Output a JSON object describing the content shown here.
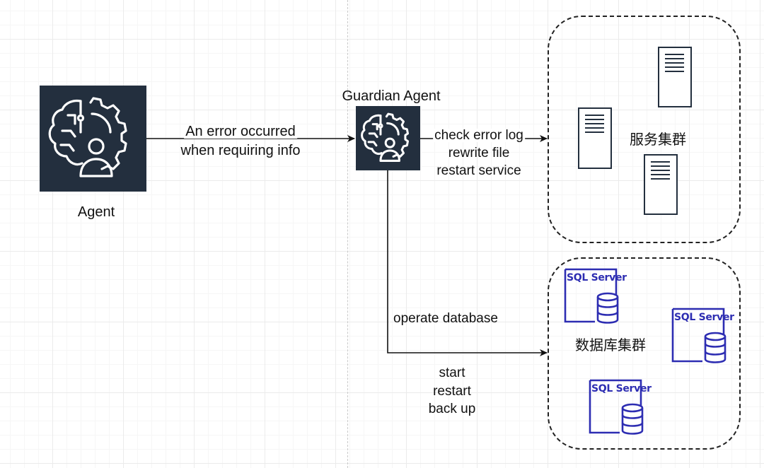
{
  "agent": {
    "label": "Agent",
    "icon": "brain-gear-user-icon",
    "color": "#232f3e"
  },
  "guardian": {
    "label": "Guardian Agent",
    "icon": "brain-gear-user-icon",
    "color": "#232f3e"
  },
  "edge_agent_guardian": {
    "line1": "An error occurred",
    "line2": "when requiring info"
  },
  "edge_guardian_services": {
    "line1": "check error log",
    "line2": "rewrite file",
    "line3": "restart service"
  },
  "edge_guardian_database": {
    "top": "operate database",
    "bottom1": "start",
    "bottom2": "restart",
    "bottom3": "back up"
  },
  "service_cluster": {
    "label": "服务集群",
    "icon": "server-icon"
  },
  "database_cluster": {
    "label": "数据库集群",
    "icon": "sql-server-icon",
    "items": [
      "SQL Server",
      "SQL Server",
      "SQL Server"
    ],
    "accent": "#2d2db2"
  }
}
